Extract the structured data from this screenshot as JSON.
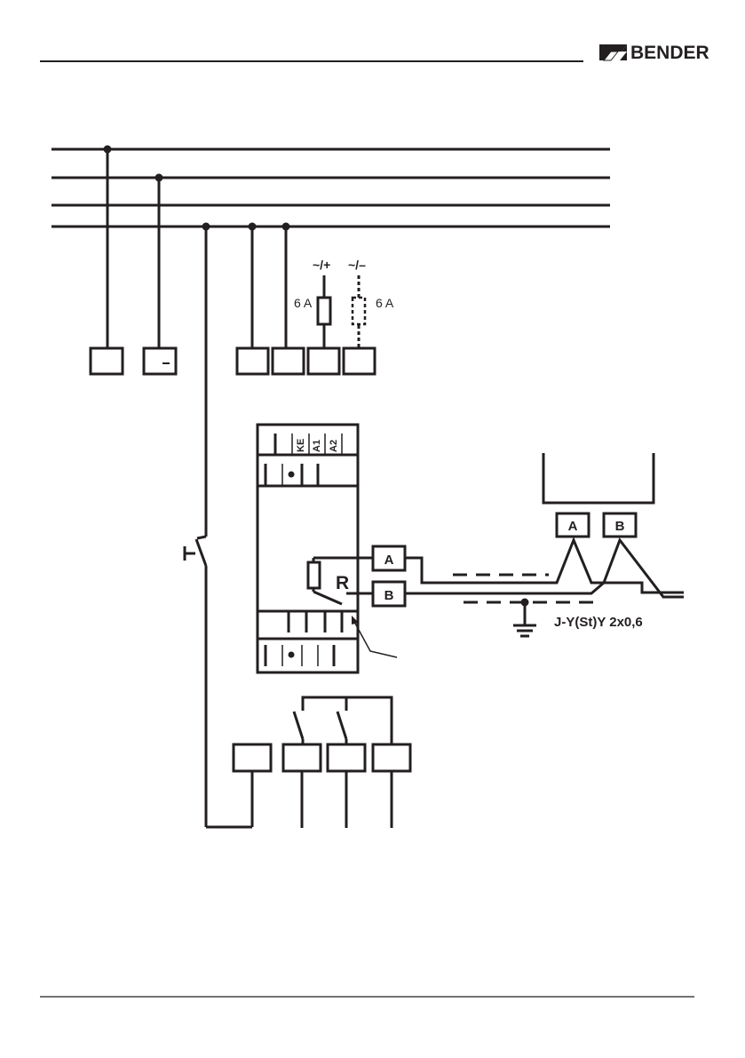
{
  "header": {
    "brand": "BENDER",
    "brand_color": "#231f20",
    "logo_icon": "bender-logo-icon"
  },
  "diagram": {
    "supply_labels": {
      "plus": "~/+",
      "minus": "~/–"
    },
    "fuse_labels": {
      "left": "6 A",
      "right": "6 A"
    },
    "terminal_labels": {
      "ke": "KE",
      "a1": "A1",
      "a2": "A2"
    },
    "bus_labels": {
      "a": "A",
      "b": "B"
    },
    "remote_labels": {
      "a": "A",
      "b": "B"
    },
    "resistor_label": "R",
    "cable_label": "J-Y(St)Y 2x0,6"
  }
}
